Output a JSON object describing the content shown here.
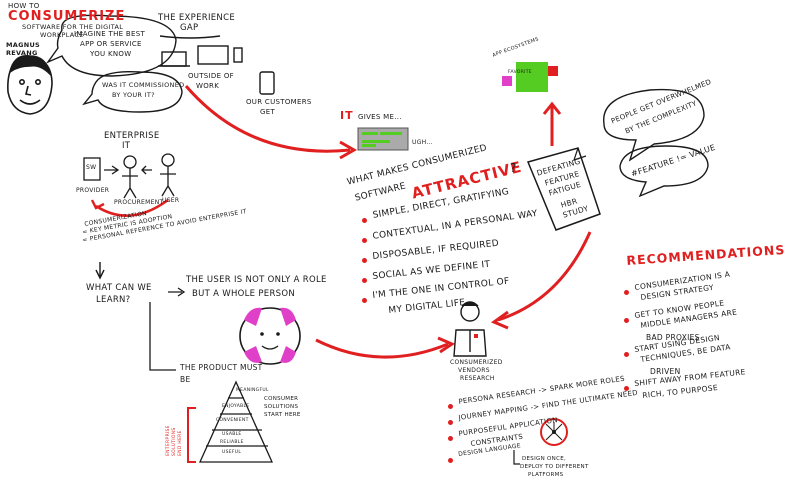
{
  "title": {
    "pre": "How to",
    "main": "Consumerize",
    "sub1": "software for the digital",
    "sub2": "workplace"
  },
  "speaker": {
    "name1": "Magnus",
    "name2": "Revang",
    "bubble1": [
      "Imagine the best",
      "app or service",
      "you know"
    ],
    "bubble2": [
      "Was it commissioned",
      "by your IT?"
    ]
  },
  "experience_gap": {
    "label1": "The experience",
    "label2": "gap",
    "outside": [
      "Outside of",
      "work"
    ],
    "customers": [
      "Our customers",
      "get"
    ]
  },
  "it_gives": {
    "it": "IT",
    "rest": "gives me...",
    "ugh": "ugh..."
  },
  "enterprise": {
    "title1": "Enterprise",
    "title2": "IT",
    "sw": "SW",
    "vendor": "Provider",
    "procurement": "Procurement",
    "user": "User",
    "consum": [
      "Consumerization",
      "= Key metric is adoption",
      "= personal reference to avoid enterprise it"
    ]
  },
  "learn": {
    "question1": "What can we",
    "question2": "learn?",
    "user_line1": "The user is not only a role",
    "user_line2": "but a whole person",
    "product1": "The product must",
    "product2": "be"
  },
  "pyramid": {
    "levels": [
      "Meaningful",
      "Enjoyable",
      "Convenient",
      "Usable",
      "Reliable",
      "Useful"
    ],
    "consumer_note": [
      "Consumer",
      "solutions",
      "start here"
    ],
    "enterprise_note": [
      "Enterprise",
      "solutions",
      "end here"
    ]
  },
  "attractive": {
    "pre1": "What makes consumerized",
    "pre2": "software",
    "word": "Attractive",
    "q": "?",
    "items": [
      "Simple, direct, gratifying",
      "Contextual, in a personal way",
      "Disposable, if required",
      "Social as we define it",
      "I'm the one in control of",
      "my digital life"
    ]
  },
  "defeating": {
    "lines": [
      "Defeating",
      "feature",
      "fatigue",
      "HBR",
      "study"
    ]
  },
  "bubbles": {
    "people": [
      "People get overwhelmed",
      "by the complexity"
    ],
    "feature": "#Feature != Value"
  },
  "app_ecosystem": {
    "label": "App ecosystems",
    "favorite": "Favorite"
  },
  "vendors": {
    "label": [
      "Consumerized",
      "vendors",
      "research"
    ],
    "items": [
      "Persona research -> Spark more roles",
      "Journey mapping -> Find the ultimate need",
      "Purposeful application",
      "constraints",
      "Design language"
    ],
    "note": [
      "Design once,",
      "deploy to different",
      "platforms"
    ]
  },
  "recommendations": {
    "title": "Recommendations",
    "items": [
      [
        "Consumerization is a",
        "design strategy"
      ],
      [
        "Get to know people",
        "middle managers are",
        "bad proxies"
      ],
      [
        "Start using design",
        "techniques, be data",
        "driven"
      ],
      [
        "Shift away from feature",
        "rich, to purpose"
      ]
    ]
  },
  "colors": {
    "accent": "#e02020",
    "magenta": "#e040c8",
    "green": "#55cc22",
    "ink": "#1a1a1a"
  }
}
